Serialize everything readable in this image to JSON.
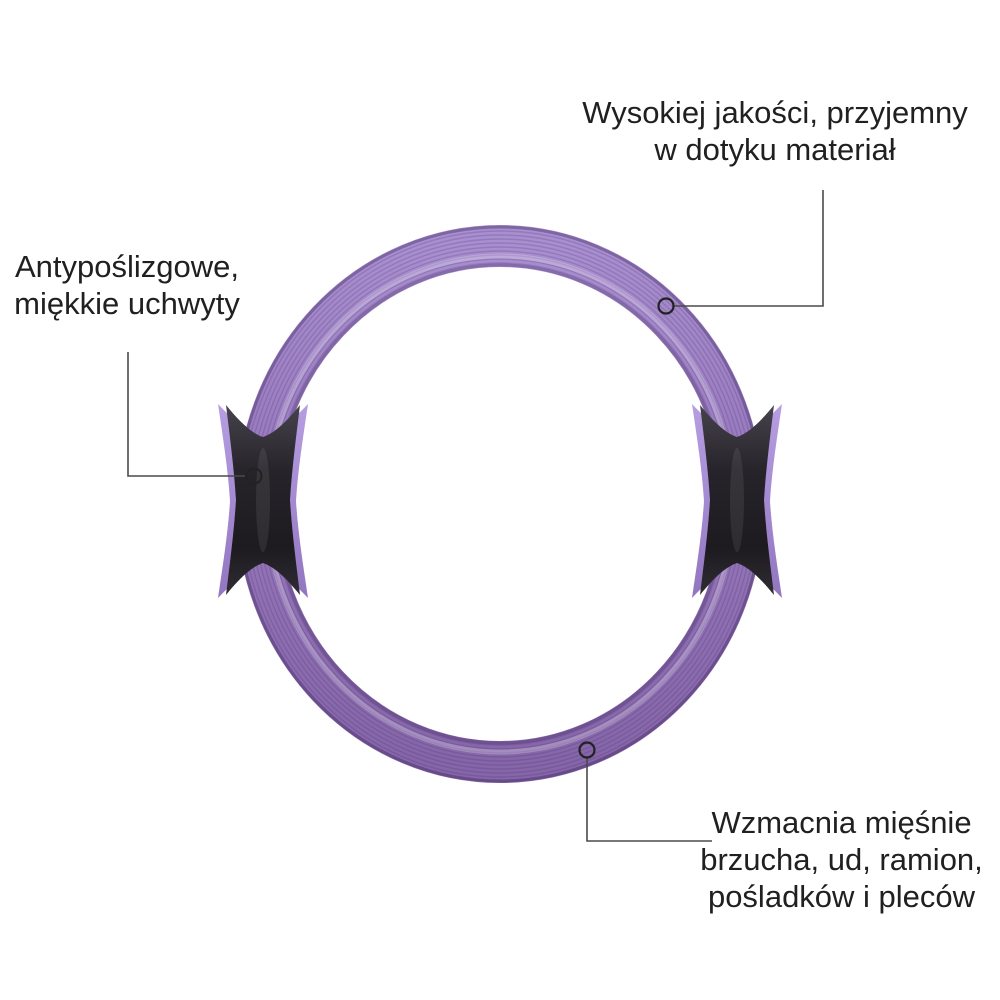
{
  "page": {
    "background": "#ffffff",
    "kind": "product-infographic"
  },
  "product": {
    "name": "pilates-ring",
    "colors": {
      "ring_purple": "#9678bc",
      "ring_highlight": "#a88fcf",
      "ring_shadow": "#8566a8",
      "handle_pad_lavender": "#a98dd6",
      "handle_grip_black": "#26232a",
      "callout_line": "#4a4a4a",
      "callout_circle": "#222222",
      "text": "#202020"
    }
  },
  "annotations": {
    "material": {
      "line1": "Wysokiej jakości, przyjemny",
      "line2": "w dotyku materiał"
    },
    "grips": {
      "line1": "Antypoślizgowe,",
      "line2": "miękkie uchwyty"
    },
    "benefits": {
      "line1": "Wzmacnia mięśnie",
      "line2": "brzucha, ud, ramion,",
      "line3": "pośladków i pleców"
    }
  }
}
